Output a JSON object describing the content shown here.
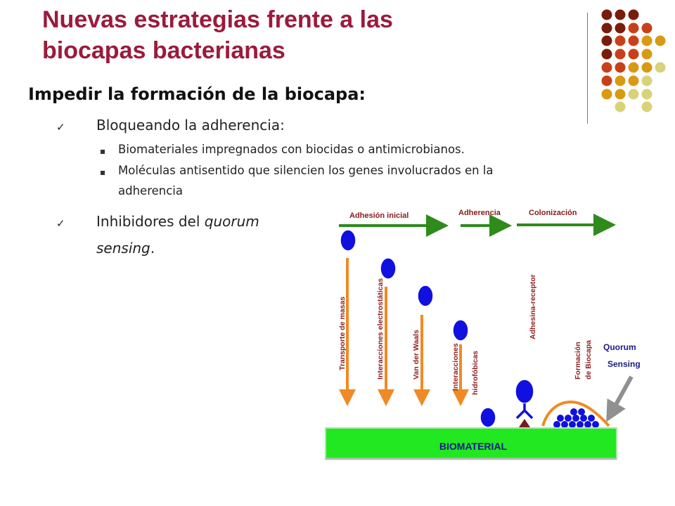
{
  "slide": {
    "title_line1": "Nuevas estrategias frente a las",
    "title_line2": "biocapas bacterianas",
    "heading": "Impedir la formación de la biocapa:",
    "bullet1": "Bloqueando la adherencia:",
    "sub1": "Biomateriales impregnados con biocidas o antimicrobianos.",
    "sub2_line1": "Moléculas antisentido que silencien los genes involucrados en la",
    "sub2_line2": "adherencia",
    "bullet2_line1_prefix": "Inhibidores del ",
    "bullet2_line1_italic": "quorum",
    "bullet2_line2_italic": "sensing",
    "bullet2_line2_suffix": "."
  },
  "figure": {
    "stage_adhesion": "Adhesión inicial",
    "stage_adherencia": "Adherencia",
    "stage_colonizacion": "Colonización",
    "label_transporte": "Transporte de masas",
    "label_electrostaticas": "Interacciones electrostáticas",
    "label_vanderwaals": "Van der Waals",
    "label_interacciones": "Interacciones",
    "label_hidrofobicas": "hidrofóbicas",
    "label_adhesina": "Adhesina-receptor",
    "label_formacion": "Formación",
    "label_biocapa": "de Biocapa",
    "label_quorum": "Quorum",
    "label_sensing": "Sensing",
    "label_biomaterial": "BIOMATERIAL"
  },
  "colors": {
    "title": "#9b1b3b",
    "arrow_green": "#2e8b1c",
    "arrow_orange": "#f08a24",
    "cell_blue": "#1010e0",
    "biomaterial_green": "#22e822",
    "label_maroon": "#8b1a1a"
  },
  "icons": {
    "check": "check-icon",
    "square": "square-bullet-icon"
  }
}
